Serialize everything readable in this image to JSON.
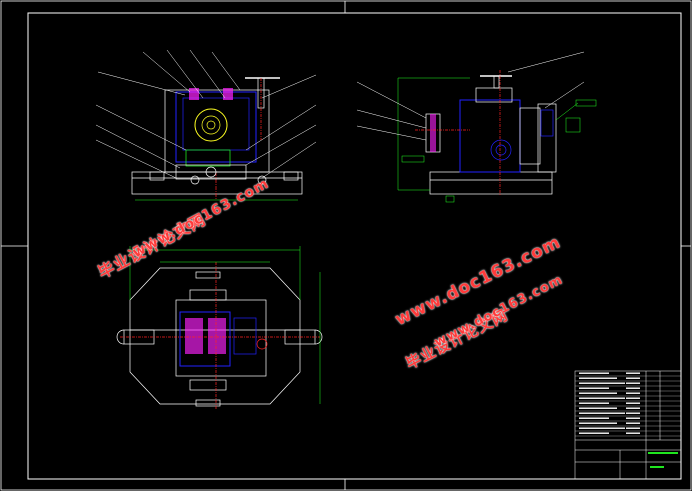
{
  "watermarks": [
    {
      "id": "wm1-cn",
      "text": "毕业设计论文网"
    },
    {
      "id": "wm1-url",
      "text": "www.doc163.com"
    },
    {
      "id": "wm2-url",
      "text": "www.doc163.com"
    },
    {
      "id": "wm3-cn",
      "text": "毕业设计论文网"
    },
    {
      "id": "wm3-url",
      "text": "www.doc163.com"
    }
  ],
  "colors": {
    "background": "#000000",
    "outline": "#ffffff",
    "part_blue": "#2222ff",
    "dimension_green": "#22ff22",
    "hatch_magenta": "#ff22ff",
    "centerline_red": "#ff2222",
    "watermark": "#ff3b3b",
    "tag_yellow": "#ffff22"
  }
}
